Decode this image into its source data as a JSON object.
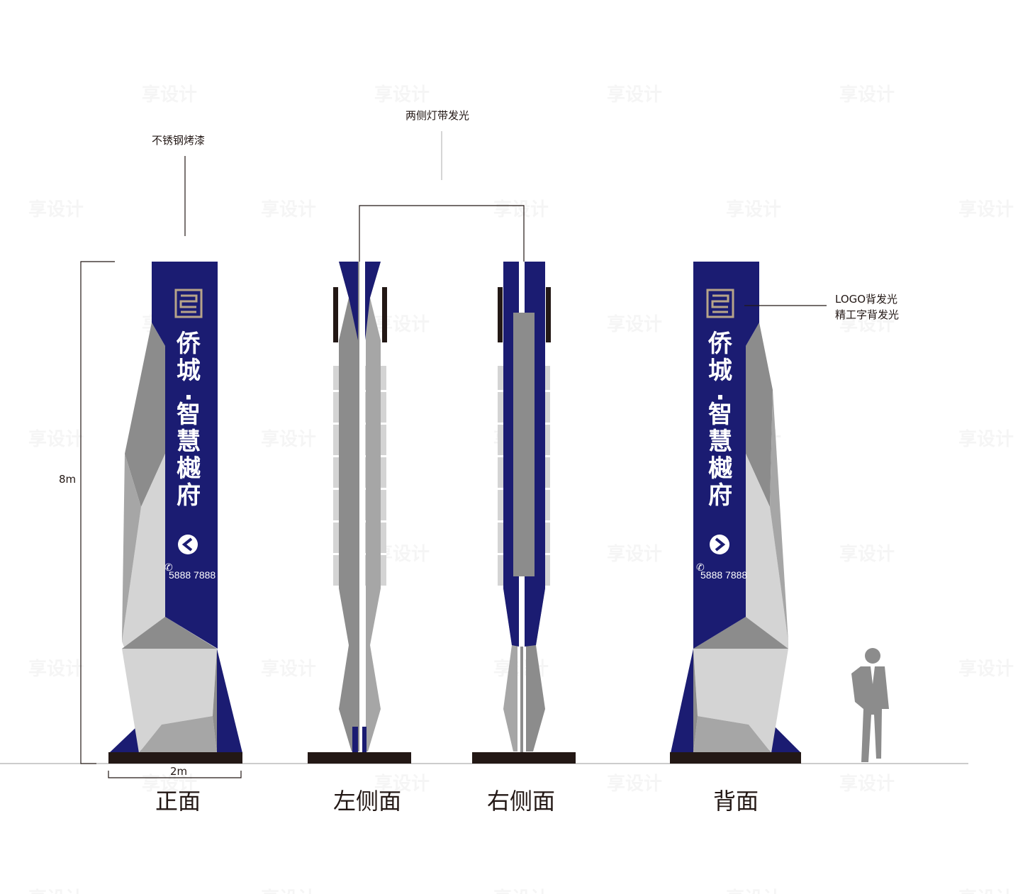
{
  "colors": {
    "navy": "#1b1c72",
    "base": "#231815",
    "grey_dark": "#8c8c8c",
    "grey_mid": "#a6a6a6",
    "grey_light": "#d4d4d4",
    "logo_gold": "#b7a489",
    "line": "#231815"
  },
  "annotations": {
    "material": "不锈钢烤漆",
    "side_lights": "两侧灯带发光",
    "logo_backlit": "LOGO背发光",
    "lettering_backlit": "精工字背发光",
    "height": "8m",
    "width": "2m"
  },
  "views": {
    "front": "正面",
    "left": "左侧面",
    "right": "右侧面",
    "back": "背面"
  },
  "sign": {
    "title_chars": [
      "侨",
      "城",
      "·",
      "智",
      "慧",
      "樾",
      "府"
    ],
    "phone": "5888 7888",
    "phone_icon": "phone-icon",
    "brand_icon": "brand-circle-icon",
    "logo_icon": "square-seal-logo-icon"
  },
  "watermark": "享设计"
}
